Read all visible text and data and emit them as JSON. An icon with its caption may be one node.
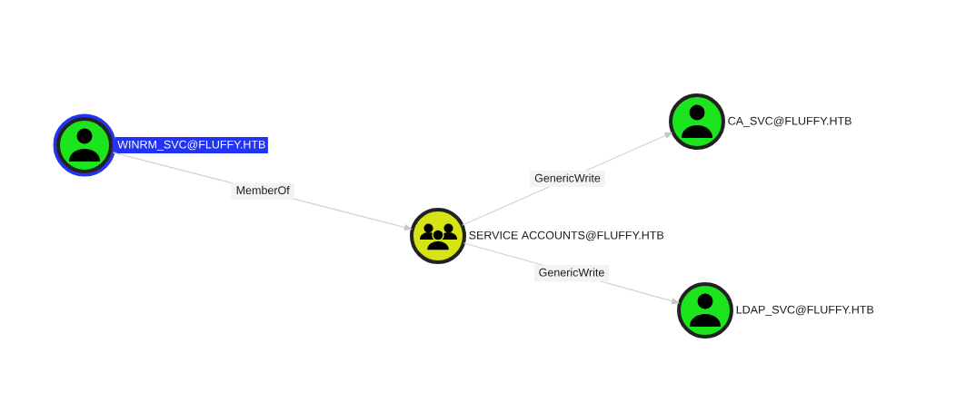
{
  "diagram": {
    "nodes": [
      {
        "text": [
          "WINRM_SVC@FLUFFY.HTB"
        ]
      },
      {
        "text": [
          "SERVICE ACCOUNTS@FLUFFY.HTB"
        ]
      },
      {
        "text": [
          "CA_SVC@FLUFFY.HTB"
        ]
      },
      {
        "text": [
          "LDAP_SVC@FLUFFY.HTB"
        ]
      }
    ],
    "edges": [
      {
        "from": 0,
        "to": 1,
        "arrow": "to",
        "label": "MemberOf"
      },
      {
        "from": 1,
        "to": 2,
        "arrow": "to",
        "label": "GenericWrite"
      },
      {
        "from": 1,
        "to": 3,
        "arrow": "to",
        "label": "GenericWrite"
      }
    ]
  }
}
